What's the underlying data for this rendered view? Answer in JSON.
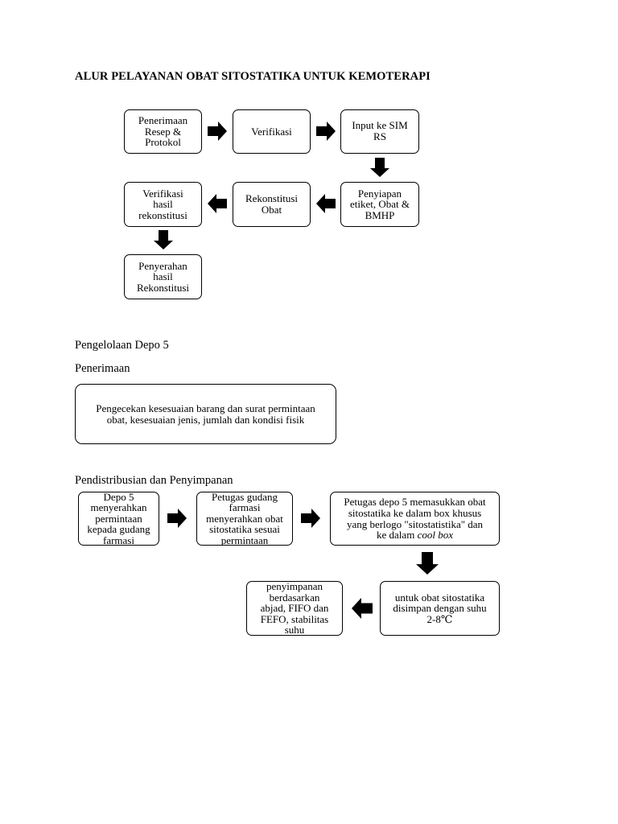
{
  "title": "ALUR PELAYANAN OBAT SITOSTATIKA UNTUK KEMOTERAPI",
  "flow1": {
    "step1": "Penerimaan\nResep &\nProtokol",
    "step2": "Verifikasi",
    "step3": "Input ke SIM\nRS",
    "step4": "Penyiapan\netiket, Obat &\nBMHP",
    "step5": "Rekonstitusi\nObat",
    "step6": "Verifikasi\nhasil\nrekonstitusi",
    "step7": "Penyerahan\nhasil\nRekonstitusi"
  },
  "section_depo": "Pengelolaan  Depo 5",
  "section_penerimaan": "Penerimaan",
  "penerimaan_box": "Pengecekan kesesuaian barang dan surat permintaan\nobat, kesesuaian jenis, jumlah dan kondisi fisik",
  "section_distribusi": "Pendistribusian dan Penyimpanan",
  "flow2": {
    "step1": "Depo 5\nmenyerahkan\npermintaan\nkepada gudang\nfarmasi",
    "step2": "Petugas gudang\nfarmasi\nmenyerahkan obat\nsitostatika sesuai\npermintaan",
    "step3_main": "Petugas depo 5 memasukkan obat\nsitostatika ke dalam box khusus\nyang berlogo \"sitostatistika\" dan\nke dalam ",
    "step3_italic": "cool box",
    "step4": "untuk obat sitostatika\ndisimpan dengan suhu\n2-8℃",
    "step5": "penyimpanan\nberdasarkan\nabjad, FIFO dan\nFEFO, stabilitas\nsuhu"
  },
  "icons": {
    "arrow": "thick-block-arrow-icon"
  }
}
